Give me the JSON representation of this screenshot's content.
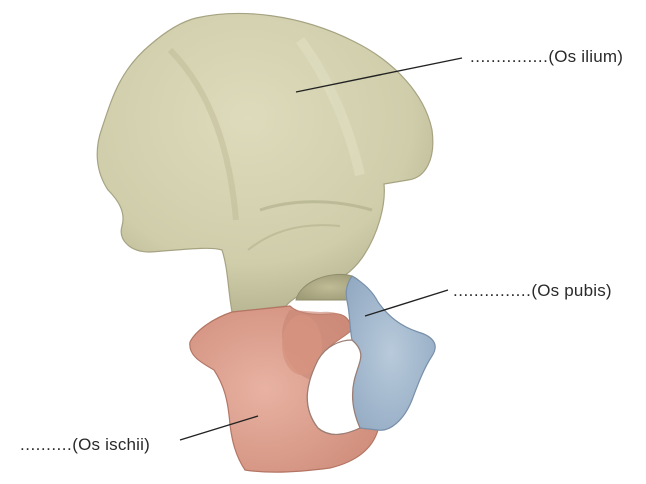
{
  "labels": {
    "ilium": {
      "dots": "...............",
      "name": "(Os ilium)"
    },
    "pubis": {
      "dots": "...............",
      "name": "(Os pubis)"
    },
    "ischii": {
      "dots": "..........",
      "name": "(Os ischii)"
    }
  },
  "colors": {
    "ilium": "#cfcdaa",
    "ilium_shadow": "#b7b491",
    "pubis": "#a9bed3",
    "pubis_shadow": "#8aa3bd",
    "ischium": "#e1a392",
    "ischium_shadow": "#c98674",
    "leader": "#222222"
  }
}
